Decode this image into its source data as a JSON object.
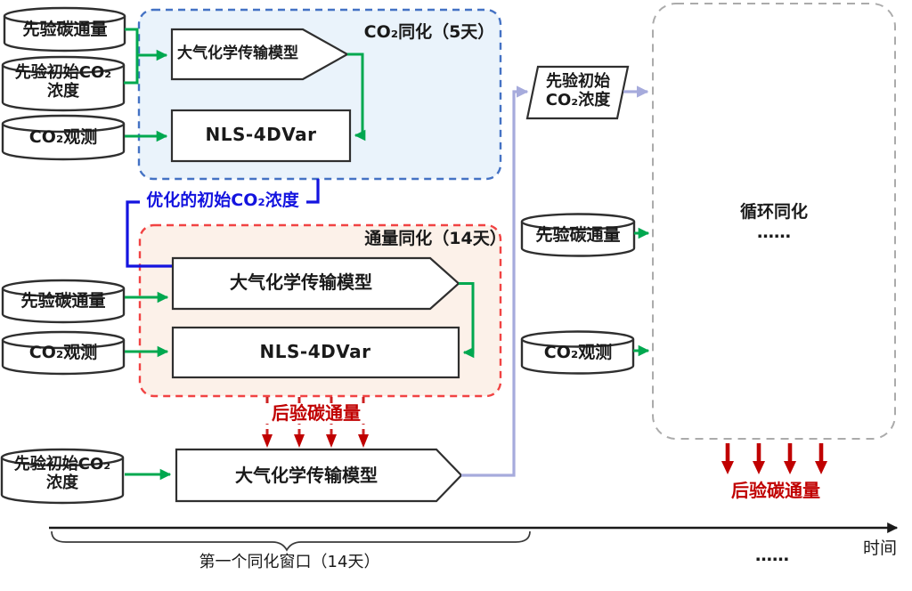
{
  "colors": {
    "green_arrow": "#00A84F",
    "blue_box_border": "#4472C4",
    "blue_box_fill": "#EAF3FB",
    "blue_accent_text": "#1414DF",
    "red_box_border": "#F14343",
    "red_box_fill": "#FCF1E9",
    "posterior_red": "#C00000",
    "lavender_arrow": "#A6ABDC",
    "cycle_box_border": "#ABABAB",
    "text_black": "#1A1A1A"
  },
  "sources_top": {
    "prior_flux": "先验碳通量",
    "prior_initial_l1": "先验初始CO₂",
    "prior_initial_l2": "浓度",
    "obs": "CO₂观测"
  },
  "co2_assim": {
    "title": "CO₂同化（5天）",
    "model": "大气化学传输模型",
    "nls": "NLS-4DVar"
  },
  "optimized_co2_label": "优化的初始CO₂浓度",
  "flux_assim": {
    "title": "通量同化（14天）",
    "model": "大气化学传输模型",
    "nls": "NLS-4DVar",
    "prior_flux": "先验碳通量",
    "obs": "CO₂观测"
  },
  "posterior_flux_label": "后验碳通量",
  "forecast": {
    "prior_initial_l1": "先验初始CO₂",
    "prior_initial_l2": "浓度",
    "model": "大气化学传输模型"
  },
  "handoff": {
    "l1": "先验初始",
    "l2": "CO₂浓度"
  },
  "cycle": {
    "prior_flux": "先验碳通量",
    "obs": "CO₂观测",
    "title": "循环同化",
    "dots": "……",
    "posterior_flux_label": "后验碳通量"
  },
  "timeline": {
    "window": "第一个同化窗口（14天）",
    "dots": "……",
    "axis": "时间"
  }
}
